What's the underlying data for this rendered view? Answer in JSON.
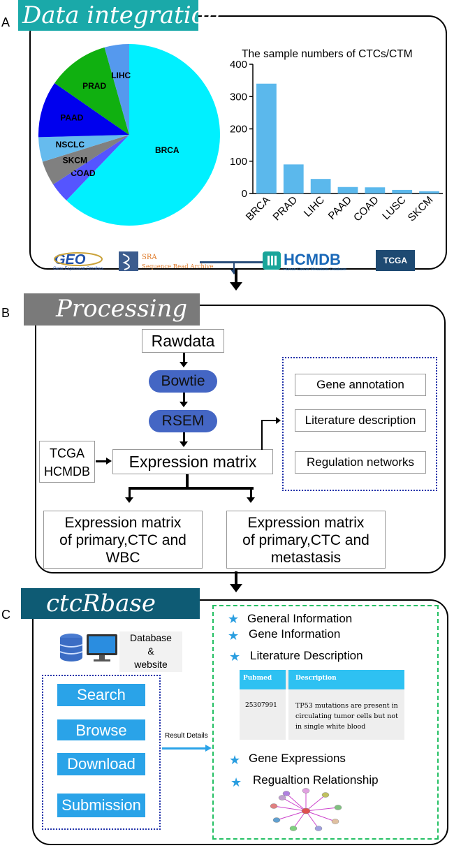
{
  "panels": {
    "a": {
      "letter": "A",
      "title": "Data integration"
    },
    "b": {
      "letter": "B",
      "title": "Processing"
    },
    "c": {
      "letter": "C",
      "title": "ctcRbase"
    }
  },
  "colors": {
    "teal": "#1aa9a9",
    "gray": "#7a7a7a",
    "navy": "#0e5b74",
    "pill": "#4466c4",
    "button": "#2aa3e8"
  },
  "chart_data": [
    {
      "type": "pie",
      "title": "",
      "labels": [
        "BRCA",
        "COAD",
        "SKCM",
        "NSCLC",
        "PAAD",
        "PRAD",
        "LIHC"
      ],
      "values": [
        340,
        20,
        24,
        24,
        55,
        60,
        24
      ],
      "colors": [
        "#00f0ff",
        "#5555ff",
        "#808080",
        "#66bbee",
        "#0000ee",
        "#10b010",
        "#5599ee"
      ]
    },
    {
      "type": "bar",
      "title": "The sample numbers of CTCs/CTM",
      "categories": [
        "BRCA",
        "PRAD",
        "LIHC",
        "PAAD",
        "COAD",
        "LUSC",
        "SKCM"
      ],
      "values": [
        340,
        90,
        45,
        20,
        19,
        11,
        7
      ],
      "ylim": [
        0,
        400
      ],
      "yticks": [
        0,
        100,
        200,
        300,
        400
      ],
      "bar_color": "#5bb8ec",
      "xlabel": "",
      "ylabel": ""
    }
  ],
  "logos": {
    "geo": {
      "name": "GEO",
      "caption": "Gene Expression Omnibus"
    },
    "sra": {
      "name": "SRA",
      "caption": "Sequence Read Archive"
    },
    "hcmdb": {
      "name": "HCMDB",
      "caption": "Human Cancer Metastasis Database"
    },
    "tcga": {
      "name": "TCGA"
    }
  },
  "processing": {
    "rawdata": "Rawdata",
    "bowtie": "Bowtie",
    "rsem": "RSEM",
    "sources": [
      "TCGA",
      "HCMDB"
    ],
    "expression_matrix": "Expression matrix",
    "annotations": [
      "Gene annotation",
      "Literature description",
      "Regulation networks"
    ],
    "output_left": [
      "Expression matrix",
      "of primary,CTC and",
      "WBC"
    ],
    "output_right": [
      "Expression matrix",
      "of primary,CTC and",
      "metastasis"
    ]
  },
  "ctcrbase": {
    "db_label": [
      "Database",
      "&",
      "website"
    ],
    "buttons": [
      "Search",
      "Browse",
      "Download",
      "Submission"
    ],
    "result_label": "Result Details",
    "features": [
      "General  Information",
      "Gene Information",
      "Literature Description",
      "Gene Expressions",
      "Regualtion Relationship"
    ],
    "table": {
      "headers": [
        "Pubmed",
        "Description"
      ],
      "row": {
        "pubmed": "25307991",
        "description": [
          "TP53 mutations are present in",
          "circulating tumor cells but not",
          "in single white blood"
        ]
      }
    }
  }
}
